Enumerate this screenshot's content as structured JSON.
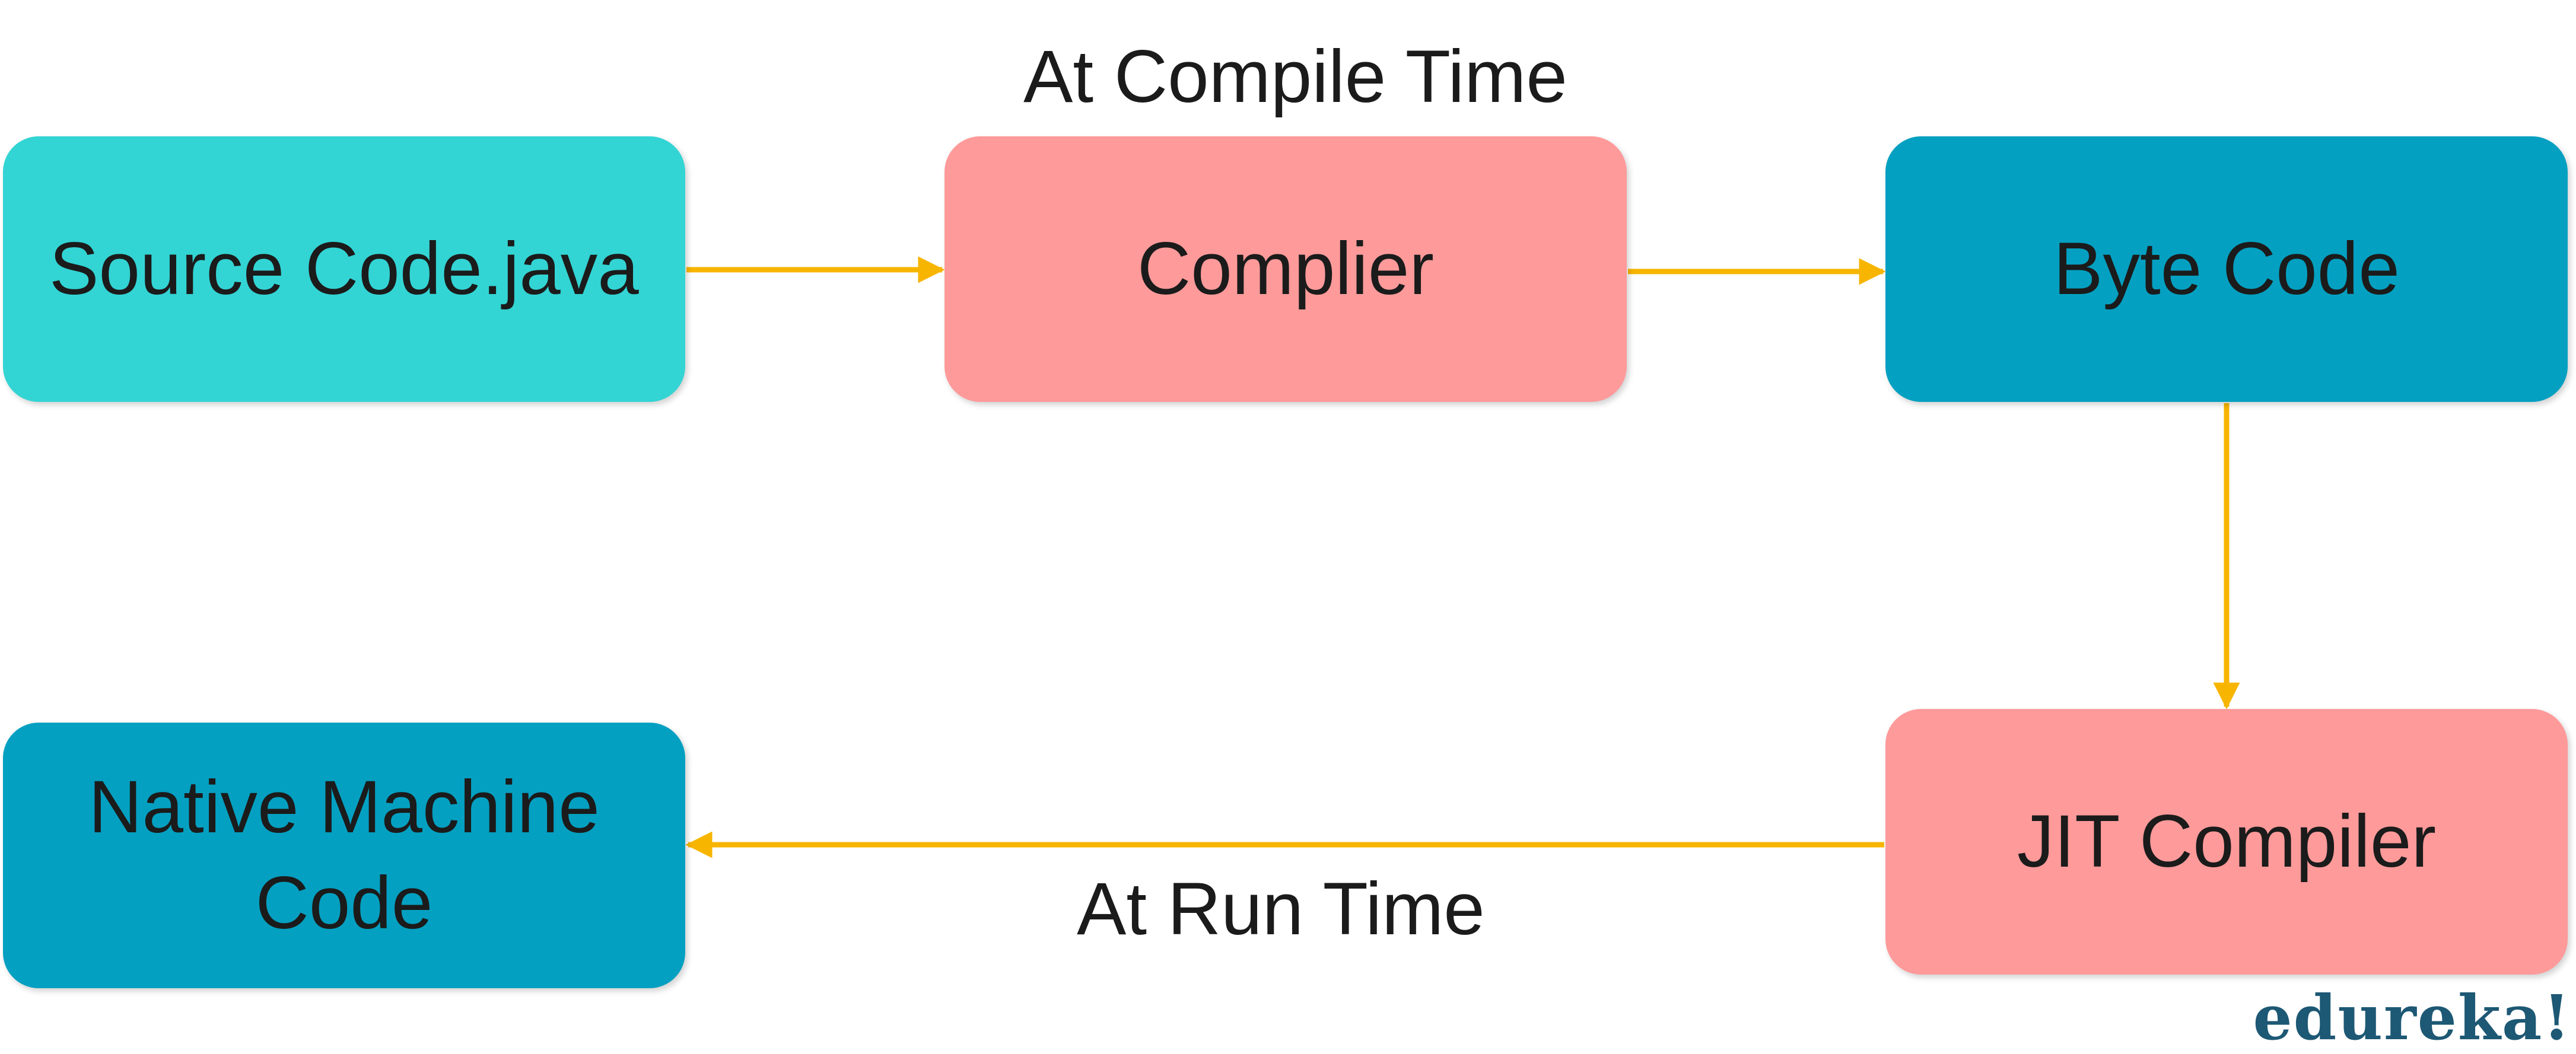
{
  "captions": {
    "compile_time": "At Compile Time",
    "run_time": "At Run Time"
  },
  "nodes": {
    "source_code": "Source Code.java",
    "compiler": "Complier",
    "byte_code": "Byte Code",
    "jit_compiler": "JIT Compiler",
    "native_line1": "Native Machine",
    "native_line2": "Code"
  },
  "colors": {
    "source_code": "#33d4d4",
    "compiler": "#ff9a9a",
    "byte_code": "#04a0c1",
    "jit_compiler": "#ff9a9a",
    "native_code": "#04a0c1",
    "arrow": "#f7b500",
    "brand": "#1d5874"
  },
  "brand": {
    "logo_text": "edureka!"
  }
}
